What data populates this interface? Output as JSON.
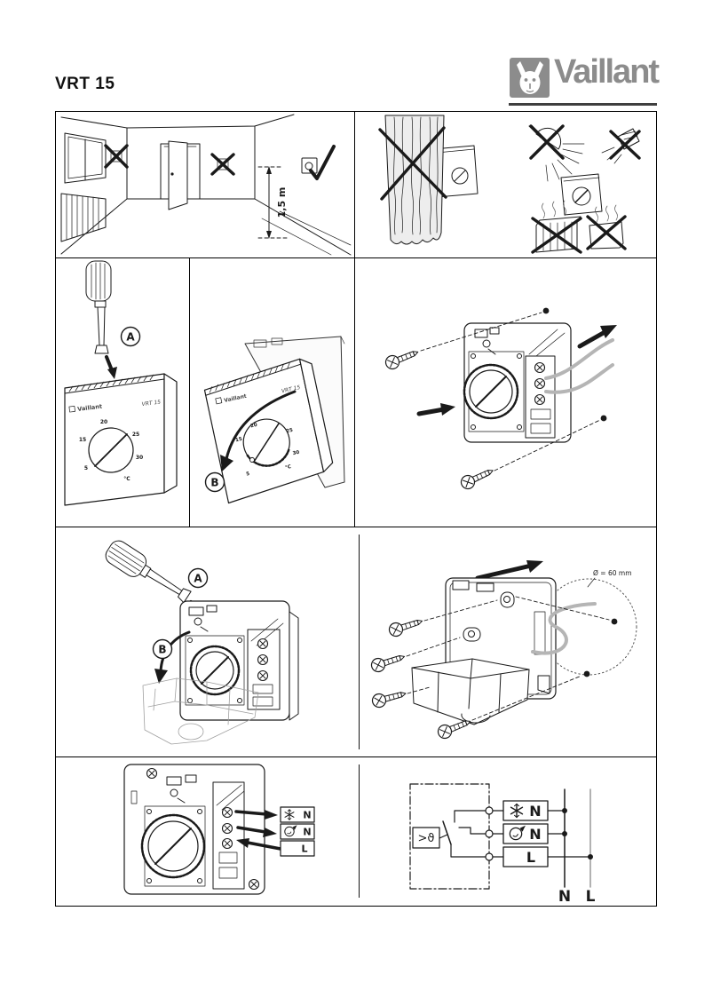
{
  "header": {
    "title": "VRT 15",
    "brand": "Vaillant"
  },
  "placement": {
    "height_label": "1,5 m"
  },
  "steps": {
    "a": "A",
    "b": "B"
  },
  "device": {
    "brand": "Vaillant",
    "model": "VRT 15",
    "dial_numbers": [
      "5",
      "15",
      "20",
      "25",
      "30"
    ],
    "dial_unit": "°C"
  },
  "drill": {
    "hole_label": "Ø = 60 mm"
  },
  "wiring": {
    "boxes": [
      {
        "icon": "snowflake-icon",
        "label": "N"
      },
      {
        "icon": "lamp-icon",
        "label": "N"
      },
      {
        "icon": "",
        "label": "L"
      }
    ],
    "sensor_label": ">ϑ",
    "bus_n": "N",
    "bus_l": "L"
  },
  "colors": {
    "line": "#1a1a1a",
    "brand_gray": "#8c8c8c",
    "wire_gray": "#b5b5b5",
    "ghost_gray": "#a0a0a0"
  }
}
